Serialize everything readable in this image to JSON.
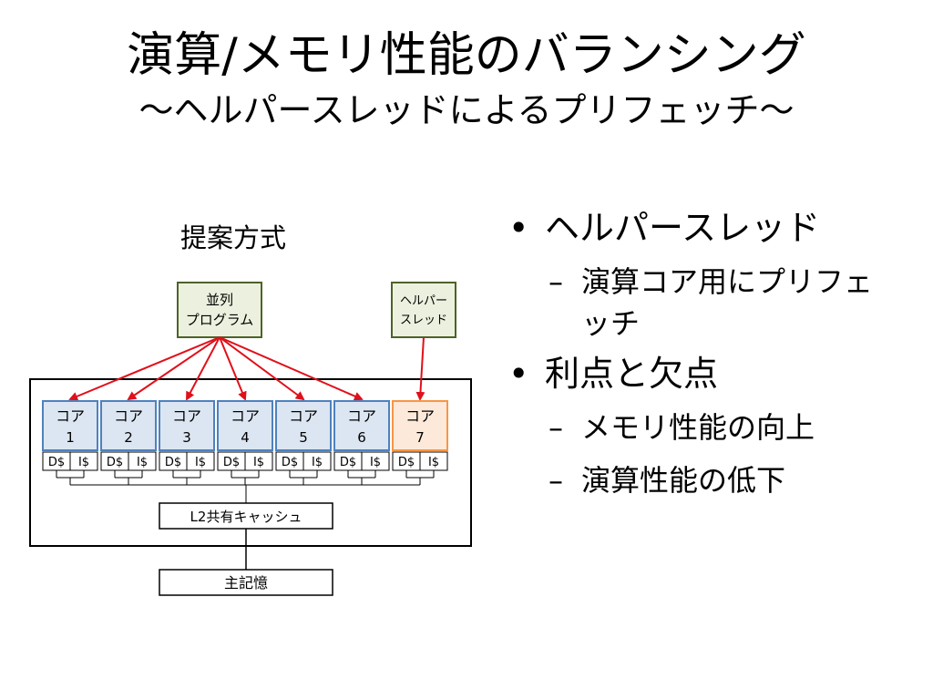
{
  "slide": {
    "title": "演算/メモリ性能のバランシング",
    "subtitle": "〜ヘルパースレッドによるプリフェッチ〜"
  },
  "diagram": {
    "caption": "提案方式",
    "parallel_program": [
      "並列",
      "プログラム"
    ],
    "helper_thread": [
      "ヘルパー",
      "スレッド"
    ],
    "cores": [
      {
        "label": "コア",
        "num": "1"
      },
      {
        "label": "コア",
        "num": "2"
      },
      {
        "label": "コア",
        "num": "3"
      },
      {
        "label": "コア",
        "num": "4"
      },
      {
        "label": "コア",
        "num": "5"
      },
      {
        "label": "コア",
        "num": "6"
      },
      {
        "label": "コア",
        "num": "7"
      }
    ],
    "dcache_label": "D$",
    "icache_label": "I$",
    "l2_label": "L2共有キャッシュ",
    "main_memory_label": "主記憶",
    "colors": {
      "core_fill": "#dce6f2",
      "core_stroke": "#4f81bd",
      "helper_core_fill": "#fde9d9",
      "helper_core_stroke": "#f79646",
      "program_fill": "#ebf1de",
      "program_stroke": "#4f6228",
      "arrow": "#e0101a"
    }
  },
  "bullets": [
    {
      "level": 1,
      "text": "ヘルパースレッド"
    },
    {
      "level": 2,
      "text": "演算コア用にプリフェッチ"
    },
    {
      "level": 1,
      "text": "利点と欠点"
    },
    {
      "level": 2,
      "text": "メモリ性能の向上"
    },
    {
      "level": 2,
      "text": "演算性能の低下"
    }
  ],
  "bullet_marker": "•",
  "sub_marker": "–"
}
